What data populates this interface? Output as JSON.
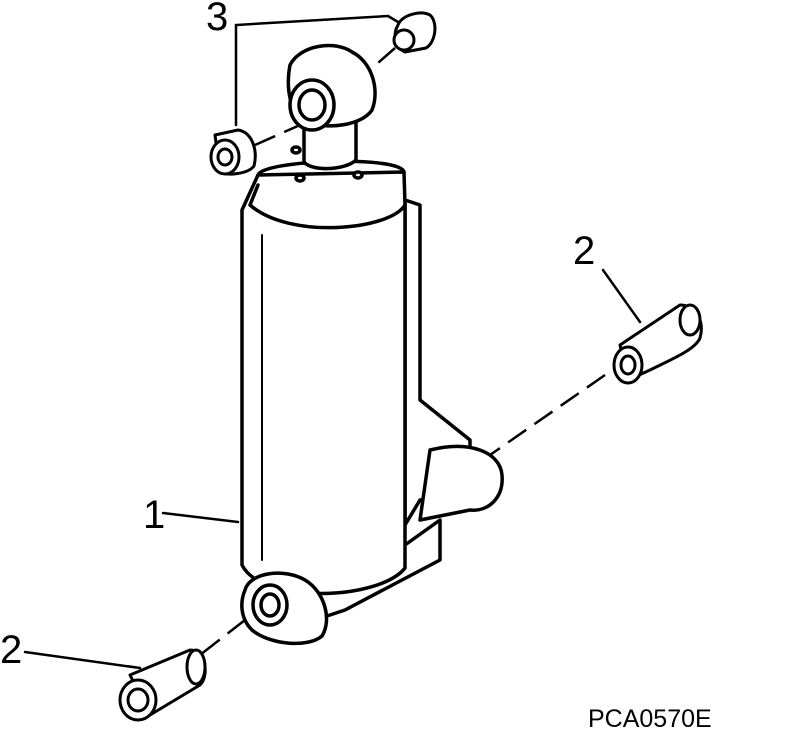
{
  "callouts": {
    "part_1": "1",
    "part_2_right": "2",
    "part_2_left": "2",
    "part_3": "3"
  },
  "figure_code": "PCA0570E",
  "colors": {
    "ink": "#000000",
    "paper": "#ffffff"
  }
}
